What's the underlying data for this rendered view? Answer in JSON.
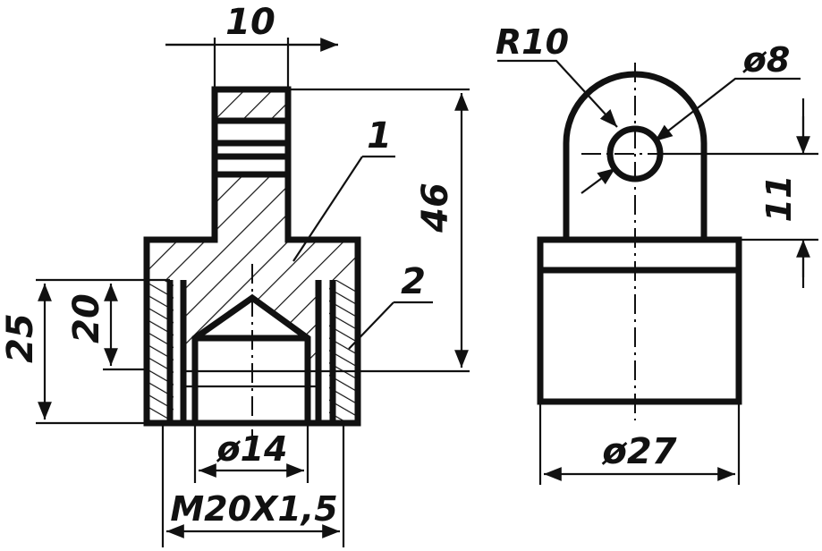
{
  "drawing": {
    "labels": {
      "dim_top_width": "10",
      "dim_height_total": "46",
      "dim_left_outer": "25",
      "dim_left_inner": "20",
      "dim_inner_diameter": "ø14",
      "dim_thread": "M20X1,5",
      "dim_radius": "R10",
      "dim_hole": "ø8",
      "dim_side_height": "11",
      "dim_outer_diameter": "ø27",
      "callout_part_1": "1",
      "callout_part_2": "2"
    }
  }
}
